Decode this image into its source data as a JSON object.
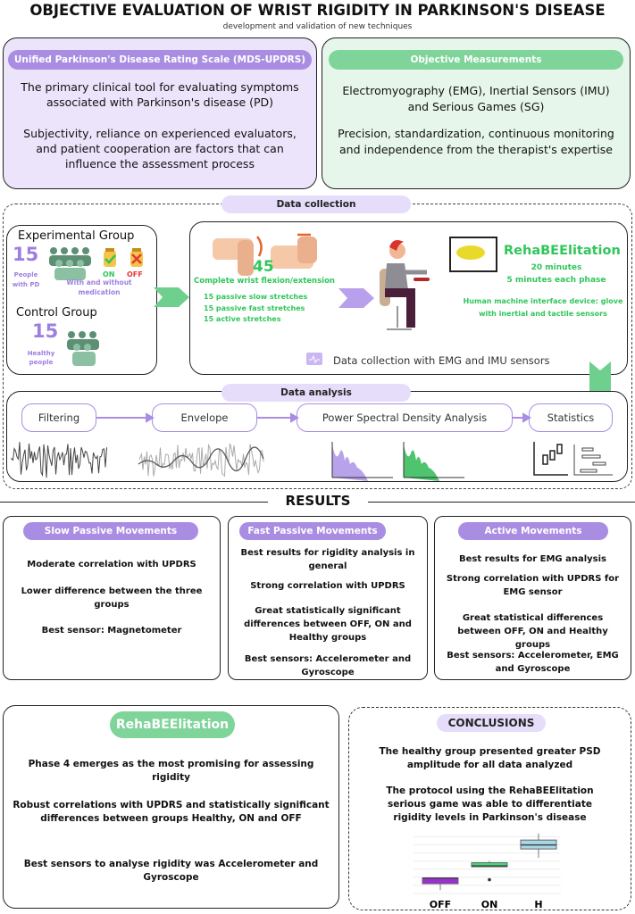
{
  "title": "OBJECTIVE EVALUATION OF WRIST RIGIDITY IN PARKINSON'S DISEASE",
  "subtitle": "development and validation of new techniques",
  "updrs": {
    "header": "Unified Parkinson's Disease Rating Scale (MDS-UPDRS)",
    "p1": "The primary clinical tool for evaluating symptoms associated with Parkinson's disease (PD)",
    "p2": "Subjectivity, reliance on experienced evaluators, and patient cooperation are factors that can influence the assessment process"
  },
  "objective": {
    "header": "Objective Measurements",
    "p1": "Electromyography (EMG), Inertial Sensors (IMU) and Serious Games (SG)",
    "p2": "Precision, standardization, continuous monitoring and independence from the therapist's expertise"
  },
  "data_collection": {
    "label": "Data collection",
    "experimental": {
      "title": "Experimental Group",
      "count": "15",
      "desc": "People with PD",
      "med": "With and without medication",
      "on": "ON",
      "off": "OFF"
    },
    "control": {
      "title": "Control Group",
      "count": "15",
      "desc": "Healthy people"
    },
    "movements": {
      "count": "45",
      "title": "Complete wrist flexion/extension",
      "items": [
        "15  passive slow stretches",
        "15  passive fast stretches",
        "15  active stretches"
      ]
    },
    "game": {
      "name": "RehaBEElitation",
      "duration": "20 minutes",
      "phase": "5 minutes each phase",
      "device": "Human machine interface device: glove with inertial and tactile sensors"
    },
    "sensors": "Data collection with EMG and IMU sensors"
  },
  "data_analysis": {
    "label": "Data analysis",
    "steps": [
      "Filtering",
      "Envelope",
      "Power Spectral Density Analysis",
      "Statistics"
    ]
  },
  "results": {
    "label": "RESULTS",
    "cards": [
      {
        "title": "Slow Passive Movements",
        "items": [
          "Moderate correlation with UPDRS",
          "Lower difference between the three groups",
          "Best sensor: Magnetometer"
        ]
      },
      {
        "title": "Fast Passive Movements",
        "items": [
          "Best results for rigidity analysis in general",
          "Strong correlation with UPDRS",
          "Great statistically significant differences  between OFF, ON and Healthy groups",
          "Best sensors: Accelerometer and Gyroscope"
        ]
      },
      {
        "title": "Active Movements",
        "items": [
          "Best results for EMG analysis",
          "Strong correlation with UPDRS for EMG sensor",
          "Great statistical differences between OFF, ON and Healthy groups",
          "Best sensors: Accelerometer, EMG and Gyroscope"
        ]
      }
    ]
  },
  "rehab": {
    "title": "RehaBEElitation",
    "items": [
      "Phase 4 emerges as the most promising for assessing rigidity",
      "Robust correlations with UPDRS and statistically significant differences between groups Healthy, ON and OFF",
      "Best sensors to analyse rigidity was Accelerometer and Gyroscope"
    ]
  },
  "conclusions": {
    "title": "CONCLUSIONS",
    "items": [
      "The healthy group presented greater PSD amplitude for all data analyzed",
      "The protocol using the RehaBEElitation serious game was able to differentiate rigidity levels in Parkinson's disease"
    ],
    "boxplot": {
      "categories": [
        "OFF",
        "ON",
        "H"
      ],
      "colors": [
        "#9b30d0",
        "#3fdc7a",
        "#a8d8e8"
      ],
      "boxes": [
        {
          "q1": 1.2,
          "med": 1.9,
          "q3": 1.9,
          "lo": 0.4,
          "hi": 2.0
        },
        {
          "q1": 3.3,
          "med": 3.4,
          "q3": 3.8,
          "lo": 3.3,
          "hi": 4.0,
          "outlier": 1.7
        },
        {
          "q1": 5.5,
          "med": 6.0,
          "q3": 6.6,
          "lo": 4.4,
          "hi": 7.4
        }
      ],
      "ylim": [
        0,
        7.5
      ]
    }
  },
  "colors": {
    "purple": "#a98de2",
    "green": "#7fd49a",
    "lavender": "#ece4fb",
    "mint": "#e6f6ea"
  }
}
